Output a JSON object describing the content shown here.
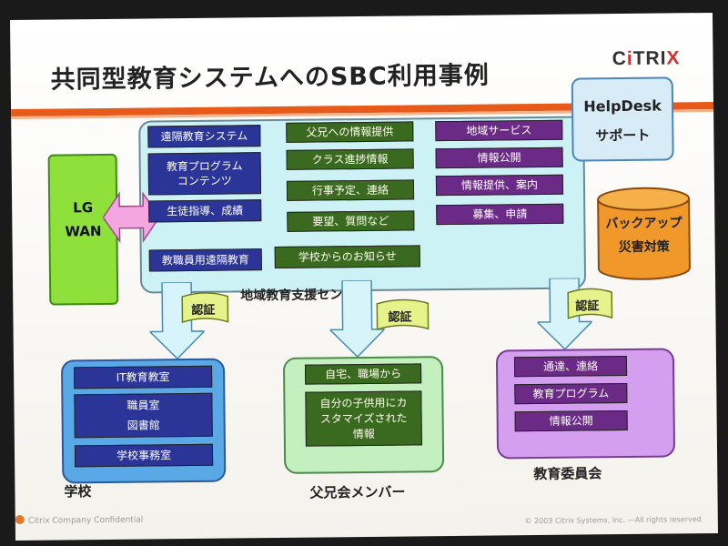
{
  "slide": {
    "title": "共同型教育システムへのSBC利用事例",
    "logo": {
      "c": "C",
      "i": "i",
      "tri": "TRI",
      "x": "X"
    },
    "helpdesk": {
      "line1": "HelpDesk",
      "line2": "サポート"
    },
    "lgwan": {
      "line1": "LG",
      "line2": "WAN"
    },
    "center_label": "地域教育支援センター",
    "center_col1": [
      "遠隔教育システム",
      "教育プログラム\nコンテンツ",
      "生徒指導、成績",
      "教職員用遠隔教育"
    ],
    "center_col2": [
      "父兄への情報提供",
      "クラス進捗情報",
      "行事予定、連絡",
      "要望、質問など",
      "学校からのお知らせ"
    ],
    "center_col3": [
      "地域サービス",
      "情報公開",
      "情報提供、案内",
      "募集、申請"
    ],
    "backup": {
      "line1": "バックアップ",
      "line2": "災害対策"
    },
    "auth_label": "認証",
    "school": {
      "label": "学校",
      "items": [
        "IT教育教室",
        "職員室\n図書館",
        "学校事務室"
      ]
    },
    "parents": {
      "label": "父兄会メンバー",
      "items": [
        "自宅、職場から",
        "自分の子供用にカ\nスタマイズされた\n情報"
      ]
    },
    "board": {
      "label": "教育委員会",
      "items": [
        "通達、連絡",
        "教育プログラム",
        "情報公開"
      ]
    },
    "footer_left": "Citrix Company Confidential",
    "footer_right": "© 2003 Citrix Systems, Inc. —All rights reserved"
  }
}
